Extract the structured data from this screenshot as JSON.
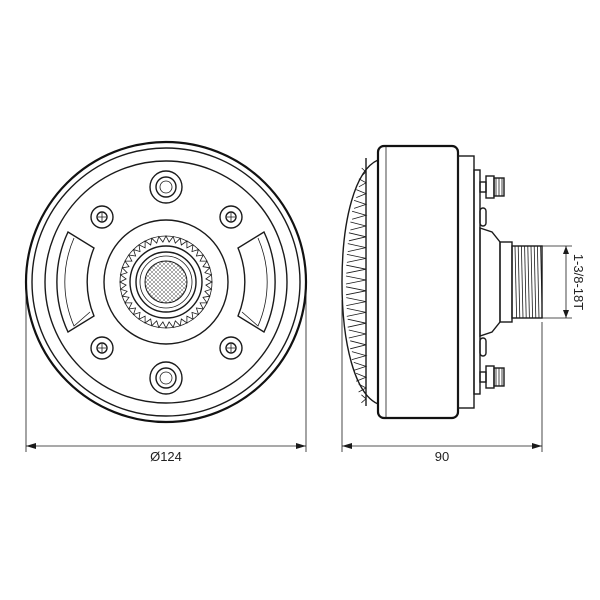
{
  "drawing": {
    "front_view": {
      "diameter_label": "Ø124"
    },
    "side_view": {
      "depth_label": "90",
      "thread_label": "1-3/8-18T"
    }
  },
  "colors": {
    "line": "#1a1a1a",
    "background": "#ffffff"
  }
}
